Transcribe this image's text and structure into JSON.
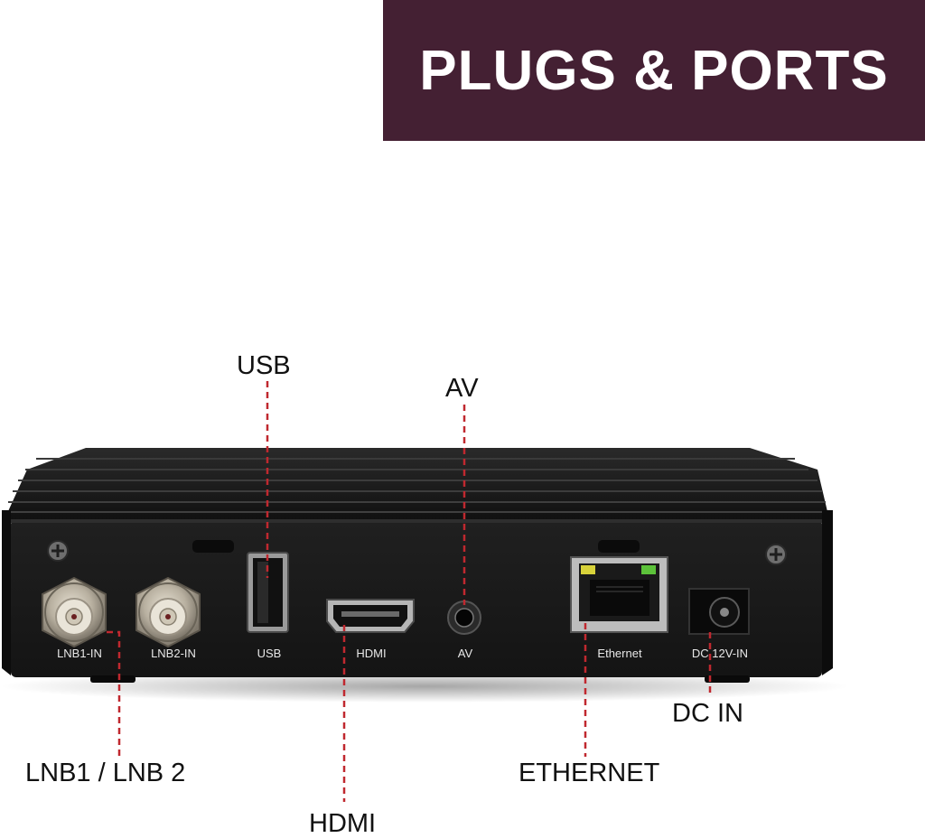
{
  "banner": {
    "title": "PLUGS & PORTS",
    "color": "#442033"
  },
  "callouts": {
    "usb": "USB",
    "av": "AV",
    "dc_in": "DC IN",
    "lnb": "LNB1 / LNB 2",
    "ethernet": "ETHERNET",
    "hdmi": "HDMI"
  },
  "panel_labels": {
    "lnb1": "LNB1-IN",
    "lnb2": "LNB2-IN",
    "usb": "USB",
    "hdmi": "HDMI",
    "av": "AV",
    "ethernet": "Ethernet",
    "dc": "DC 12V-IN"
  },
  "colors": {
    "leader_line": "#c0282f",
    "device_body": "#1b1b1b"
  }
}
